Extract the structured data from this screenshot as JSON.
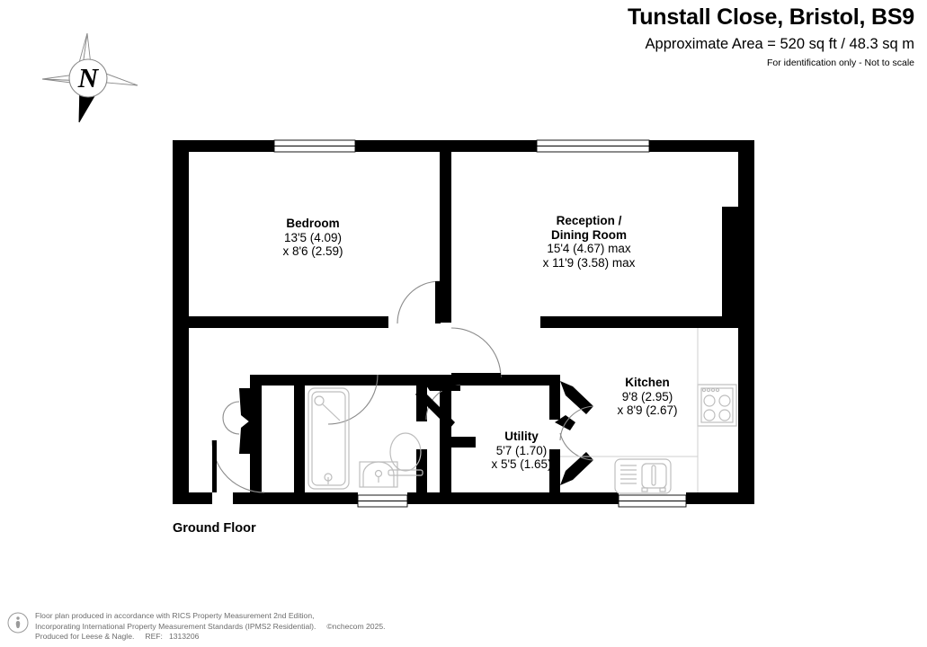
{
  "header": {
    "title": "Tunstall Close, Bristol, BS9",
    "area": "Approximate Area = 520 sq ft / 48.3 sq m",
    "identification": "For identification only - Not to scale"
  },
  "compass": {
    "label": "N",
    "icon": "compass-rose-icon"
  },
  "floor": {
    "label": "Ground Floor"
  },
  "rooms": [
    {
      "key": "bedroom",
      "name": "Bedroom",
      "dim1": "13'5 (4.09)",
      "dim2": "x 8'6 (2.59)"
    },
    {
      "key": "reception",
      "name": "Reception /",
      "name2": "Dining Room",
      "dim1": "15'4 (4.67) max",
      "dim2": "x 11'9 (3.58) max"
    },
    {
      "key": "kitchen",
      "name": "Kitchen",
      "dim1": "9'8 (2.95)",
      "dim2": "x 8'9 (2.67)"
    },
    {
      "key": "utility",
      "name": "Utility",
      "dim1": "5'7 (1.70)",
      "dim2": "x 5'5 (1.65)"
    }
  ],
  "fixtures": {
    "bath": "bathtub-icon",
    "shower_head": "shower-head-icon",
    "wash_basin": "wash-basin-icon",
    "toilet": "toilet-icon",
    "hob": "cooker-hob-icon",
    "kitchen_sink": "kitchen-sink-icon"
  },
  "footer": {
    "icon": "information-icon",
    "line1": "Floor plan produced in accordance with RICS Property Measurement 2nd Edition,",
    "line2a": "Incorporating International Property Measurement Standards (IPMS2 Residential).",
    "line2b": "©n",
    "line2c": "checom 2025.",
    "line3a": "Produced for Leese & Nagle.",
    "line3b": "REF:",
    "line3c": "1313206"
  },
  "colors": {
    "wall": "#000000",
    "fixture_stroke": "#bdbdbd",
    "door_arc": "#8a8a8a",
    "footer_text": "#6d6d6d",
    "background": "#ffffff"
  }
}
